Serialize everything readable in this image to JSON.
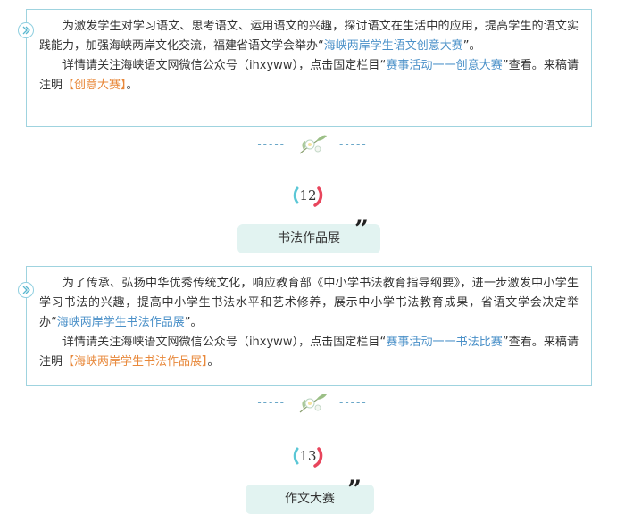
{
  "sections": [
    {
      "paragraph1": {
        "text_before": "为激发学生对学习语文、思考语文、运用语文的兴趣，探讨语文在生活中的应用，提高学生的语文实践能力，加强海峡两岸文化交流，福建省语文学会举办“",
        "link": "海峡两岸学生语文创意大赛",
        "text_after": "”。"
      },
      "paragraph2": {
        "text_before": "详情请关注海峡语文网微信公众号（ihxyww），点击固定栏目“",
        "link": "赛事活动一一创意大赛",
        "text_mid": "”查看。来稿请注明",
        "highlight": "【创意大赛】",
        "text_after": "。"
      }
    },
    {
      "paragraph1": {
        "text_before": "为了传承、弘扬中华优秀传统文化，响应教育部《中小学书法教育指导纲要》，进一步激发中小学生学习书法的兴趣，提高中小学生书法水平和艺术修养，展示中小学书法教育成果，省语文学会决定举办“",
        "link": "海峡两岸学生书法作品展",
        "text_after": "”。"
      },
      "paragraph2": {
        "text_before": "详情请关注海峡语文网微信公众号（ihxyww），点击固定栏目“",
        "link": "赛事活动一一书法比赛",
        "text_mid": "”查看。来稿请注明",
        "highlight": "【海峡两岸学生书法作品展】",
        "text_after": "。"
      }
    }
  ],
  "divider": {
    "left_dashes": "-----",
    "right_dashes": "-----"
  },
  "items": [
    {
      "number": "12",
      "title": "书法作品展"
    },
    {
      "number": "13",
      "title": "作文大赛"
    }
  ],
  "quote_mark": "”",
  "colors": {
    "link": "#4a90c8",
    "highlight": "#e8883a",
    "border": "#9fd3df",
    "title_bg": "#e2f3f1",
    "badge_red": "#e8455c",
    "badge_teal": "#5bc7d6"
  }
}
